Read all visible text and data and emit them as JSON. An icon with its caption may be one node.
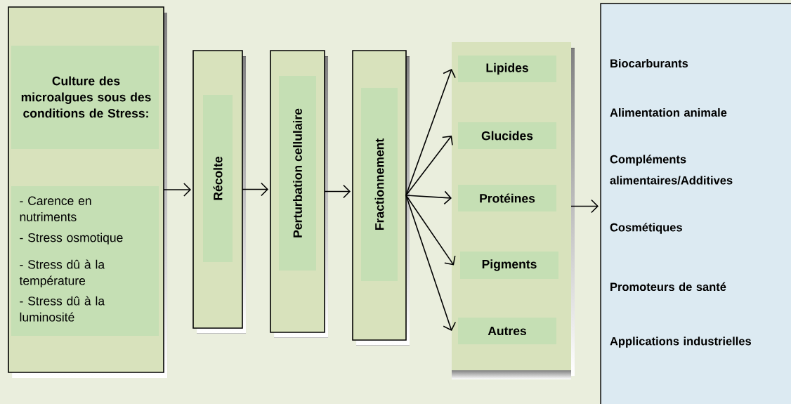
{
  "diagram": {
    "nodes": [
      {
        "text": [
          "Culture des microalgues sous des conditions de Stress:",
          "- Carence en nutriments",
          "- Stress osmotique",
          "- Stress dû à la température",
          "- Stress dû à la luminosité"
        ]
      },
      {
        "text": [
          "Récolte"
        ]
      },
      {
        "text": [
          "Perturbation cellulaire"
        ]
      },
      {
        "text": [
          "Fractionnement"
        ]
      },
      {
        "text": [],
        "shape": "box"
      },
      {
        "text": [
          "Lipides"
        ],
        "in": 4
      },
      {
        "text": [
          "Glucides"
        ],
        "in": 4
      },
      {
        "text": [
          "Protéines"
        ],
        "in": 4
      },
      {
        "text": [
          "Pigments"
        ],
        "in": 4
      },
      {
        "text": [
          "Autres"
        ],
        "in": 4
      },
      {
        "text": [],
        "shape": "box"
      },
      {
        "text": [
          "Biocarburants"
        ],
        "in": 10
      },
      {
        "text": [
          "Alimentation animale"
        ],
        "in": 10
      },
      {
        "text": [
          "Compléments alimentaires/Additives"
        ],
        "in": 10
      },
      {
        "text": [
          "Cosmétiques"
        ],
        "in": 10
      },
      {
        "text": [
          "Promoteurs de santé"
        ],
        "in": 10
      },
      {
        "text": [
          "Applications industrielles"
        ],
        "in": 10
      }
    ],
    "edges": [
      {
        "from": 0,
        "to": 1,
        "arrow": "to"
      },
      {
        "from": 1,
        "to": 2,
        "arrow": "to"
      },
      {
        "from": 2,
        "to": 3,
        "arrow": "to"
      },
      {
        "from": 3,
        "to": 5,
        "arrow": "to"
      },
      {
        "from": 3,
        "to": 6,
        "arrow": "to"
      },
      {
        "from": 3,
        "to": 7,
        "arrow": "to"
      },
      {
        "from": 3,
        "to": 8,
        "arrow": "to"
      },
      {
        "from": 3,
        "to": 9,
        "arrow": "to"
      },
      {
        "from": 4,
        "to": 10,
        "arrow": "to"
      }
    ]
  }
}
